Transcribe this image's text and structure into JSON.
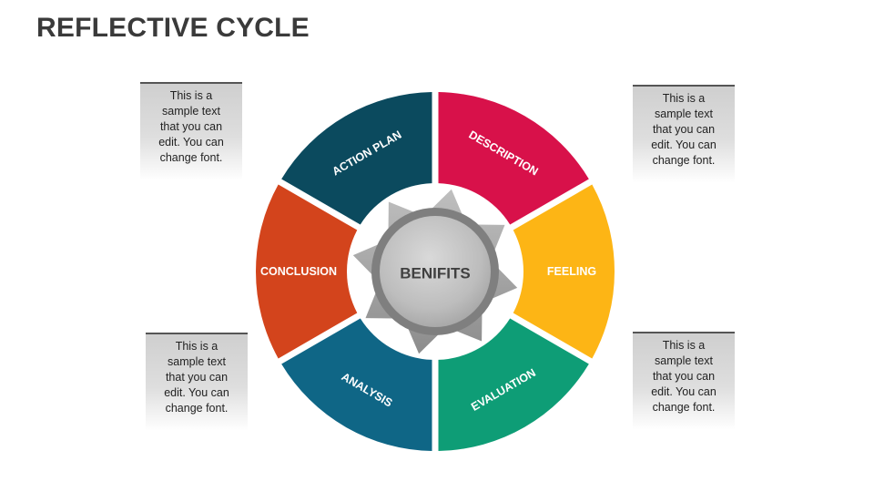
{
  "title": "REFLECTIVE CYCLE",
  "center_label": "BENIFITS",
  "segments": [
    {
      "label": "DESCRIPTION",
      "color": "#D8114A"
    },
    {
      "label": "FEELING",
      "color": "#FDB515"
    },
    {
      "label": "EVALUATION",
      "color": "#0E9D76"
    },
    {
      "label": "ANALYSIS",
      "color": "#0F6686"
    },
    {
      "label": "CONCLUSION",
      "color": "#D3441C"
    },
    {
      "label": "ACTION PLAN",
      "color": "#0B4A5E"
    }
  ],
  "notes": {
    "top_left": "This is a sample text that you can edit. You can change font.",
    "top_right": "This is a sample text that you can edit. You can change font.",
    "bottom_left": "This is a sample text that you can edit. You can change font.",
    "bottom_right": "This is a sample text that you can edit. You can change font."
  }
}
